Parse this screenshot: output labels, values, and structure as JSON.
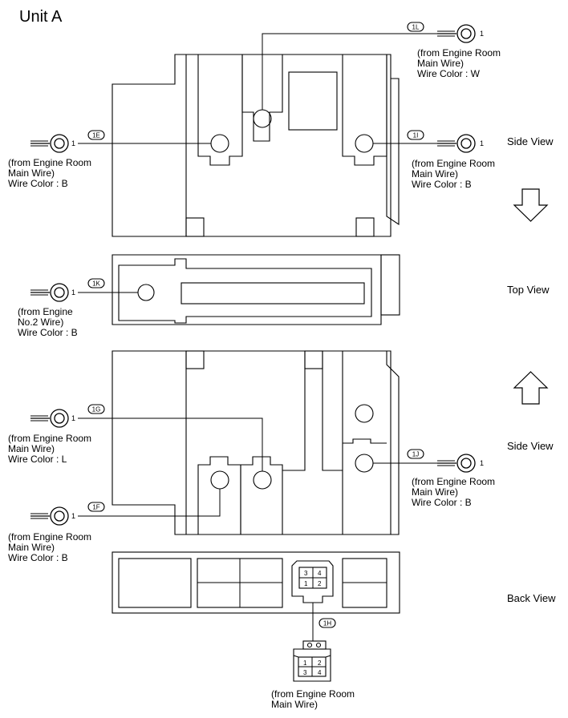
{
  "title": "Unit A",
  "views": {
    "side1": "Side View",
    "top": "Top View",
    "side2": "Side View",
    "back": "Back View"
  },
  "connectors": {
    "1L": {
      "tag": "1L",
      "pin": "1",
      "label": [
        "(from Engine Room",
        "Main Wire)",
        "Wire Color : W"
      ]
    },
    "1E": {
      "tag": "1E",
      "pin": "1",
      "label": [
        "(from Engine Room",
        "Main Wire)",
        "Wire Color : B"
      ]
    },
    "1I": {
      "tag": "1I",
      "pin": "1",
      "label": [
        "(from Engine Room",
        "Main Wire)",
        "Wire Color : B"
      ]
    },
    "1K": {
      "tag": "1K",
      "pin": "1",
      "label": [
        "(from Engine",
        "No.2 Wire)",
        "Wire Color : B"
      ]
    },
    "1G": {
      "tag": "1G",
      "pin": "1",
      "label": [
        "(from Engine Room",
        "Main Wire)",
        "Wire Color : L"
      ]
    },
    "1J": {
      "tag": "1J",
      "pin": "1",
      "label": [
        "(from Engine Room",
        "Main Wire)",
        "Wire Color : B"
      ]
    },
    "1F": {
      "tag": "1F",
      "pin": "1",
      "label": [
        "(from Engine Room",
        "Main Wire)",
        "Wire Color : B"
      ]
    },
    "1H": {
      "tag": "1H",
      "label": [
        "(from Engine Room",
        "Main Wire)"
      ]
    }
  },
  "back_socket_pins": [
    "3",
    "4",
    "1",
    "2"
  ],
  "plug_pins": [
    "1",
    "2",
    "3",
    "4"
  ]
}
